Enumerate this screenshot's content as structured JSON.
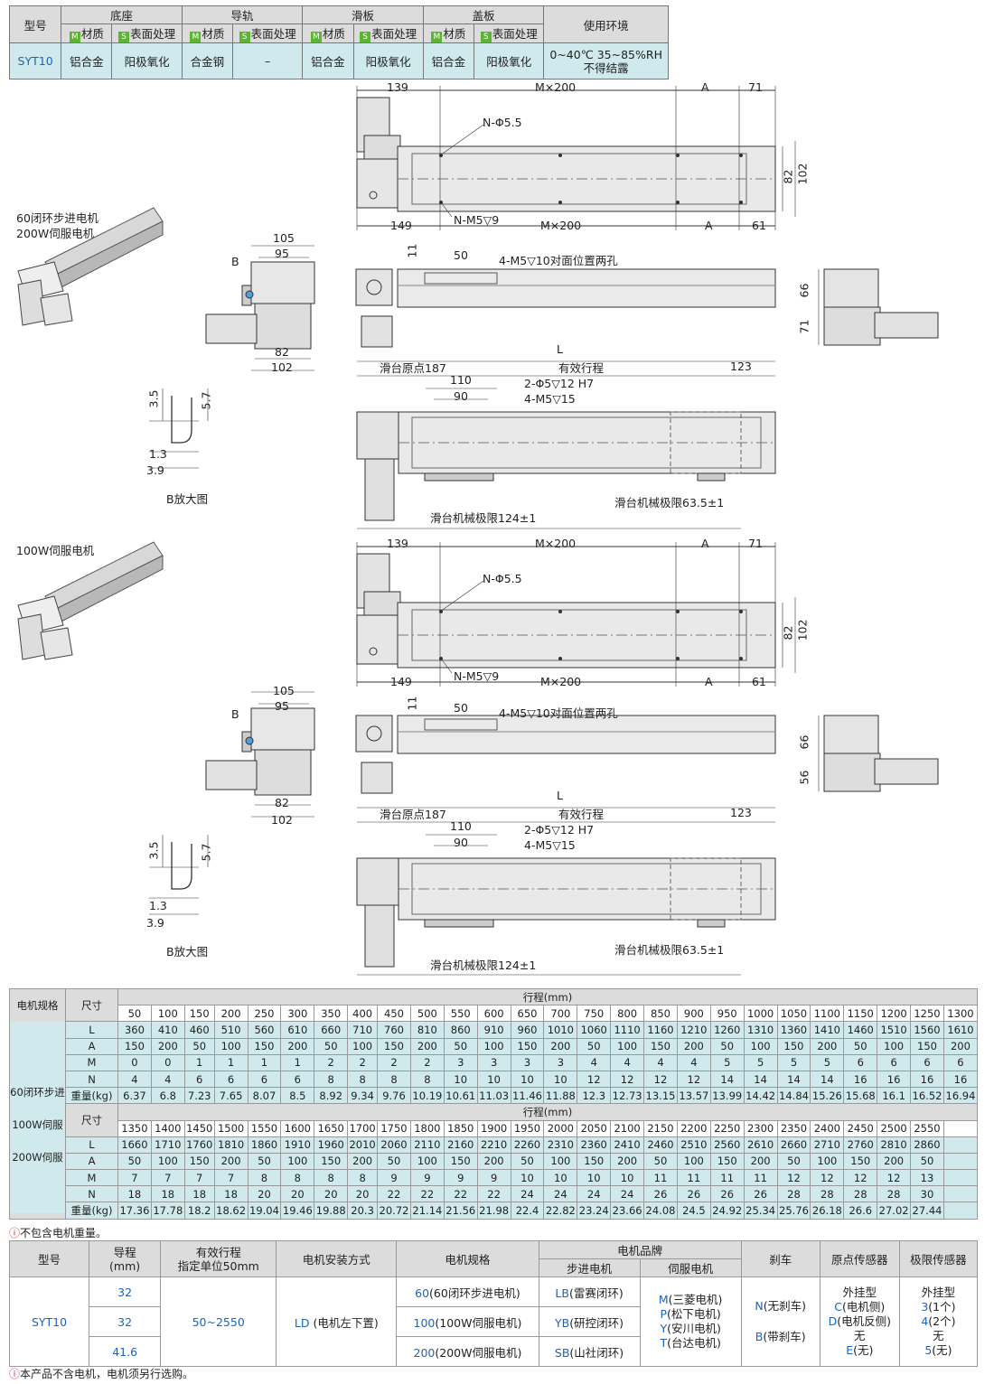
{
  "material_table": {
    "h_model": "型号",
    "h_base": "底座",
    "h_rail": "导轨",
    "h_slider": "滑板",
    "h_cover": "盖板",
    "h_env": "使用环境",
    "m_badge": "M",
    "s_badge": "S",
    "sub_material": "材质",
    "sub_surface": "表面处理",
    "model": "SYT10",
    "base_mat": "铝合金",
    "base_surf": "阳极氧化",
    "rail_mat": "合金钢",
    "rail_surf": "–",
    "slider_mat": "铝合金",
    "slider_surf": "阳极氧化",
    "cover_mat": "铝合金",
    "cover_surf": "阳极氧化",
    "env_line1": "0~40℃ 35~85%RH",
    "env_line2": "不得结露"
  },
  "drawing": {
    "motor_title_1a": "60闭环步进电机",
    "motor_title_1b": "200W伺服电机",
    "motor_title_2": "100W伺服电机",
    "dims_top": {
      "d139": "139",
      "m200": "M×200",
      "a": "A",
      "d71": "71",
      "phi": "N-Φ5.5",
      "m5": "N-M5▽9",
      "d149": "149",
      "d61": "61",
      "d82": "82",
      "d102": "102"
    },
    "dims_side": {
      "d105": "105",
      "d95": "95",
      "b": "B",
      "d82": "82",
      "d102": "102",
      "d11": "11",
      "d50": "50",
      "m5_10": "4-M5▽10对面位置两孔",
      "d66": "66",
      "d71": "71",
      "d56": "56"
    },
    "dims_front": {
      "l": "L",
      "origin": "滑台原点187",
      "stroke": "有效行程",
      "d123": "123",
      "d110": "110",
      "d90": "90",
      "phi5": "2-Φ5▽12 H7",
      "m5_15": "4-M5▽15",
      "limit1": "滑台机械极限63.5±1",
      "limit2": "滑台机械极限124±1"
    },
    "detail_b": {
      "d35": "3.5",
      "d57": "5.7",
      "d13": "1.3",
      "d39": "3.9",
      "caption": "B放大图"
    }
  },
  "spec_table": {
    "h_motor": "电机规格",
    "h_size": "尺寸",
    "h_stroke": "行程(mm)",
    "motor_label_1": "60闭环步进",
    "motor_label_2": "100W伺服",
    "motor_label_3": "200W伺服",
    "row_labels": [
      "L",
      "A",
      "M",
      "N",
      "重量(kg)"
    ],
    "strokes_1": [
      "50",
      "100",
      "150",
      "200",
      "250",
      "300",
      "350",
      "400",
      "450",
      "500",
      "550",
      "600",
      "650",
      "700",
      "750",
      "800",
      "850",
      "900",
      "950",
      "1000",
      "1050",
      "1100",
      "1150",
      "1200",
      "1250",
      "1300"
    ],
    "L_1": [
      "360",
      "410",
      "460",
      "510",
      "560",
      "610",
      "660",
      "710",
      "760",
      "810",
      "860",
      "910",
      "960",
      "1010",
      "1060",
      "1110",
      "1160",
      "1210",
      "1260",
      "1310",
      "1360",
      "1410",
      "1460",
      "1510",
      "1560",
      "1610"
    ],
    "A_1": [
      "150",
      "200",
      "50",
      "100",
      "150",
      "200",
      "50",
      "100",
      "150",
      "200",
      "50",
      "100",
      "150",
      "200",
      "50",
      "100",
      "150",
      "200",
      "50",
      "100",
      "150",
      "200",
      "50",
      "100",
      "150",
      "200"
    ],
    "M_1": [
      "0",
      "0",
      "1",
      "1",
      "1",
      "1",
      "2",
      "2",
      "2",
      "2",
      "3",
      "3",
      "3",
      "3",
      "4",
      "4",
      "4",
      "4",
      "5",
      "5",
      "5",
      "5",
      "6",
      "6",
      "6",
      "6"
    ],
    "N_1": [
      "4",
      "4",
      "6",
      "6",
      "6",
      "6",
      "8",
      "8",
      "8",
      "8",
      "10",
      "10",
      "10",
      "10",
      "12",
      "12",
      "12",
      "12",
      "14",
      "14",
      "14",
      "14",
      "16",
      "16",
      "16",
      "16"
    ],
    "W_1": [
      "6.37",
      "6.8",
      "7.23",
      "7.65",
      "8.07",
      "8.5",
      "8.92",
      "9.34",
      "9.76",
      "10.19",
      "10.61",
      "11.03",
      "11.46",
      "11.88",
      "12.3",
      "12.73",
      "13.15",
      "13.57",
      "13.99",
      "14.42",
      "14.84",
      "15.26",
      "15.68",
      "16.1",
      "16.52",
      "16.94"
    ],
    "strokes_2": [
      "1350",
      "1400",
      "1450",
      "1500",
      "1550",
      "1600",
      "1650",
      "1700",
      "1750",
      "1800",
      "1850",
      "1900",
      "1950",
      "2000",
      "2050",
      "2100",
      "2150",
      "2200",
      "2250",
      "2300",
      "2350",
      "2400",
      "2450",
      "2500",
      "2550"
    ],
    "L_2": [
      "1660",
      "1710",
      "1760",
      "1810",
      "1860",
      "1910",
      "1960",
      "2010",
      "2060",
      "2110",
      "2160",
      "2210",
      "2260",
      "2310",
      "2360",
      "2410",
      "2460",
      "2510",
      "2560",
      "2610",
      "2660",
      "2710",
      "2760",
      "2810",
      "2860"
    ],
    "A_2": [
      "50",
      "100",
      "150",
      "200",
      "50",
      "100",
      "150",
      "200",
      "50",
      "100",
      "150",
      "200",
      "50",
      "100",
      "150",
      "200",
      "50",
      "100",
      "150",
      "200",
      "50",
      "100",
      "150",
      "200",
      "50"
    ],
    "M_2": [
      "7",
      "7",
      "7",
      "7",
      "8",
      "8",
      "8",
      "8",
      "9",
      "9",
      "9",
      "9",
      "10",
      "10",
      "10",
      "10",
      "11",
      "11",
      "11",
      "11",
      "12",
      "12",
      "12",
      "12",
      "13"
    ],
    "N_2": [
      "18",
      "18",
      "18",
      "18",
      "20",
      "20",
      "20",
      "20",
      "22",
      "22",
      "22",
      "22",
      "24",
      "24",
      "24",
      "24",
      "26",
      "26",
      "26",
      "26",
      "28",
      "28",
      "28",
      "28",
      "30"
    ],
    "W_2": [
      "17.36",
      "17.78",
      "18.2",
      "18.62",
      "19.04",
      "19.46",
      "19.88",
      "20.3",
      "20.72",
      "21.14",
      "21.56",
      "21.98",
      "22.4",
      "22.82",
      "23.24",
      "23.66",
      "24.08",
      "24.5",
      "24.92",
      "25.34",
      "25.76",
      "26.18",
      "26.6",
      "27.02",
      "27.44"
    ]
  },
  "note_weight": {
    "mark": "ⓘ",
    "text": "不包含电机重量。"
  },
  "selection": {
    "h_model": "型号",
    "h_lead": "导程",
    "h_lead_unit": "(mm)",
    "h_stroke": "有效行程",
    "h_stroke_unit": "指定单位50mm",
    "h_mount": "电机安装方式",
    "h_spec": "电机规格",
    "h_brand": "电机品牌",
    "h_stepper": "步进电机",
    "h_servo": "伺服电机",
    "h_brake": "刹车",
    "h_origin": "原点传感器",
    "h_limit": "极限传感器",
    "model": "SYT10",
    "leads": [
      "32",
      "32",
      "41.6"
    ],
    "stroke_range": "50~2550",
    "mount_code": "LD",
    "mount_text": "(电机左下置)",
    "specs": [
      {
        "code": "60",
        "text": "(60闭环步进电机)"
      },
      {
        "code": "100",
        "text": "(100W伺服电机)"
      },
      {
        "code": "200",
        "text": "(200W伺服电机)"
      }
    ],
    "steppers": [
      {
        "code": "LB",
        "text": "(雷赛闭环)"
      },
      {
        "code": "YB",
        "text": "(研控闭环)"
      },
      {
        "code": "SB",
        "text": "(山社闭环)"
      }
    ],
    "servos": [
      {
        "code": "M",
        "text": "(三菱电机)"
      },
      {
        "code": "P",
        "text": "(松下电机)"
      },
      {
        "code": "Y",
        "text": "(安川电机)"
      },
      {
        "code": "T",
        "text": "(台达电机)"
      }
    ],
    "brakes": [
      {
        "code": "N",
        "text": "(无刹车)"
      },
      {
        "code": "B",
        "text": "(带刹车)"
      }
    ],
    "origin": {
      "h1": "外挂型",
      "c1": "C",
      "t1": "(电机侧)",
      "c2": "D",
      "t2": "(电机反侧)",
      "h2": "无",
      "c3": "E",
      "t3": "(无)"
    },
    "limit": {
      "h1": "外挂型",
      "c1": "3",
      "t1": "(1个)",
      "c2": "4",
      "t2": "(2个)",
      "h2": "无",
      "c3": "5",
      "t3": "(无)"
    }
  },
  "note_bottom": {
    "mark": "ⓘ",
    "text": "本产品不含电机，电机须另行选购。"
  }
}
